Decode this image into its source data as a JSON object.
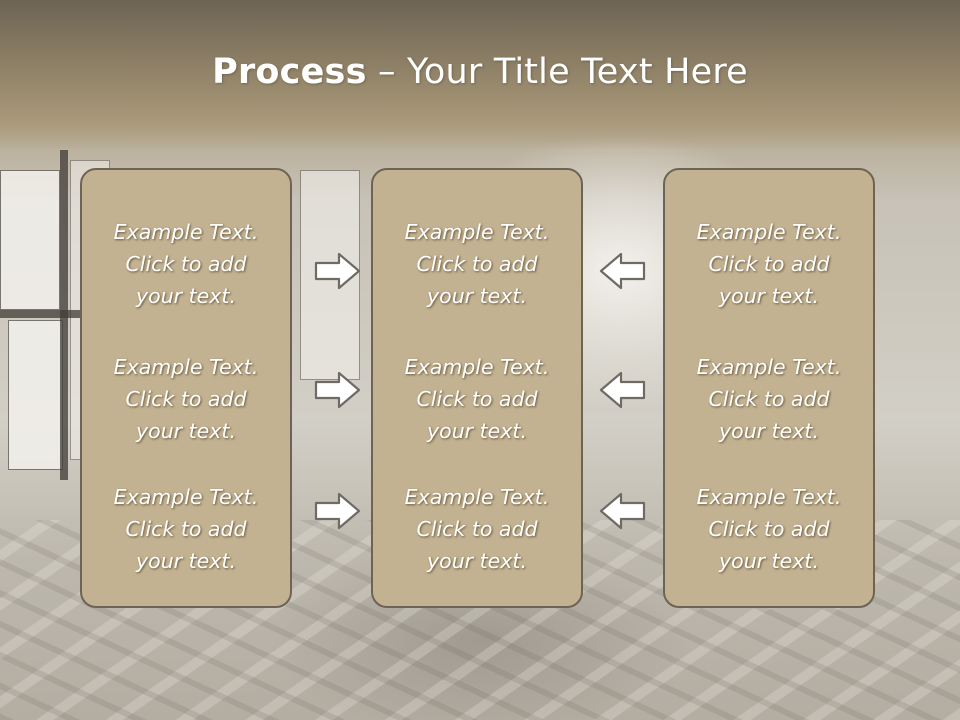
{
  "slide": {
    "title_bold": "Process",
    "title_rest": " – Your Title Text Here"
  },
  "columns": [
    {
      "items": [
        {
          "line1": "Example Text.",
          "line2": "Click  to add",
          "line3": "your text."
        },
        {
          "line1": "Example Text.",
          "line2": "Click  to add",
          "line3": "your text."
        },
        {
          "line1": "Example Text.",
          "line2": "Click  to add",
          "line3": "your text."
        }
      ]
    },
    {
      "items": [
        {
          "line1": "Example Text.",
          "line2": "Click  to add",
          "line3": "your text."
        },
        {
          "line1": "Example Text.",
          "line2": "Click  to add",
          "line3": "your text."
        },
        {
          "line1": "Example Text.",
          "line2": "Click  to add",
          "line3": "your text."
        }
      ]
    },
    {
      "items": [
        {
          "line1": "Example Text.",
          "line2": "Click  to add",
          "line3": "your text."
        },
        {
          "line1": "Example Text.",
          "line2": "Click  to add",
          "line3": "your text."
        },
        {
          "line1": "Example Text.",
          "line2": "Click  to add",
          "line3": "your text."
        }
      ]
    }
  ],
  "arrows": {
    "left_group": "arrow-right-icon",
    "right_group": "arrow-left-icon"
  },
  "colors": {
    "card_fill": "#c3b291",
    "card_border": "#6d6455",
    "header": "#8f8167",
    "text": "#ffffff"
  }
}
